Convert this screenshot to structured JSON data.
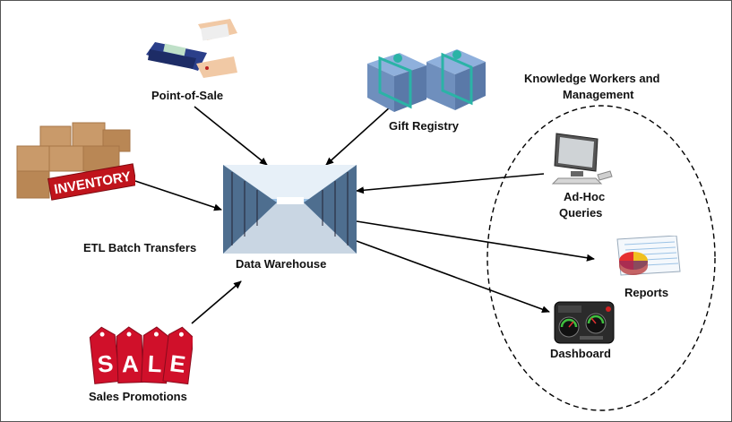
{
  "nodes": {
    "pos": "Point-of-Sale",
    "gift": "Gift Registry",
    "warehouse": "Data Warehouse",
    "etl": "ETL Batch Transfers",
    "sales": "Sales Promotions",
    "adhoc_line1": "Ad-Hoc",
    "adhoc_line2": "Queries",
    "reports": "Reports",
    "dashboard": "Dashboard",
    "knowledge_line1": "Knowledge Workers and",
    "knowledge_line2": "Management"
  },
  "graphics": {
    "inventory_sign": "INVENTORY",
    "sale_tags": [
      "S",
      "A",
      "L",
      "E"
    ]
  },
  "colors": {
    "box": "#c99a6a",
    "box_dark": "#a67647",
    "inventory_red": "#c0141c",
    "gift_blue": "#6f8fbd",
    "ribbon": "#2bb3a6",
    "sale_red": "#d0102a",
    "server_blue": "#9cc3e6"
  }
}
